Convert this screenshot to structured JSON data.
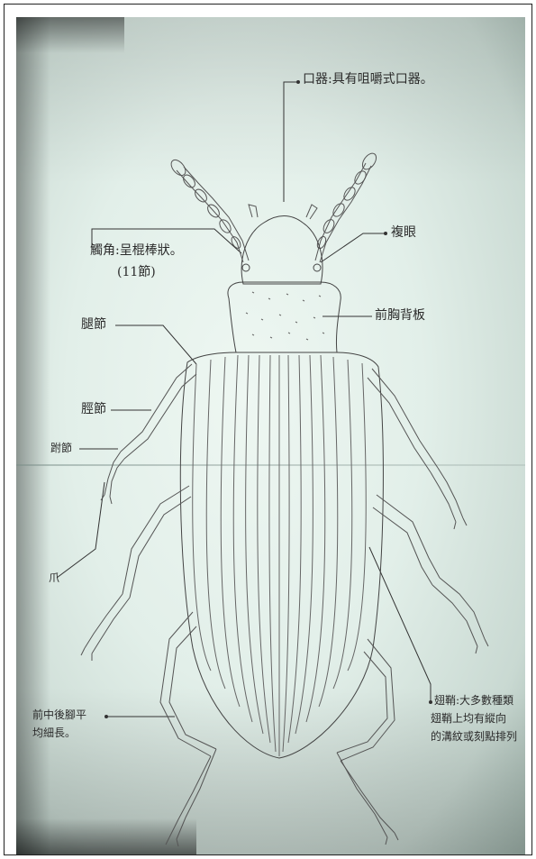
{
  "labels": {
    "mouthparts": "口器:具有咀嚼式口器。",
    "antenna_line1": "觸角:呈棍棒狀。",
    "antenna_line2": "(11節)",
    "compound_eye": "複眼",
    "pronotum": "前胸背板",
    "femur": "腿節",
    "tibia": "脛節",
    "tarsus": "跗節",
    "claw": "爪",
    "legs_line1": "前中後腳平",
    "legs_line2": "均細長。",
    "elytra_line1": "翅鞘:大多數種類",
    "elytra_line2": "翅鞘上均有縱向",
    "elytra_line3": "的溝紋或刻點排列"
  }
}
